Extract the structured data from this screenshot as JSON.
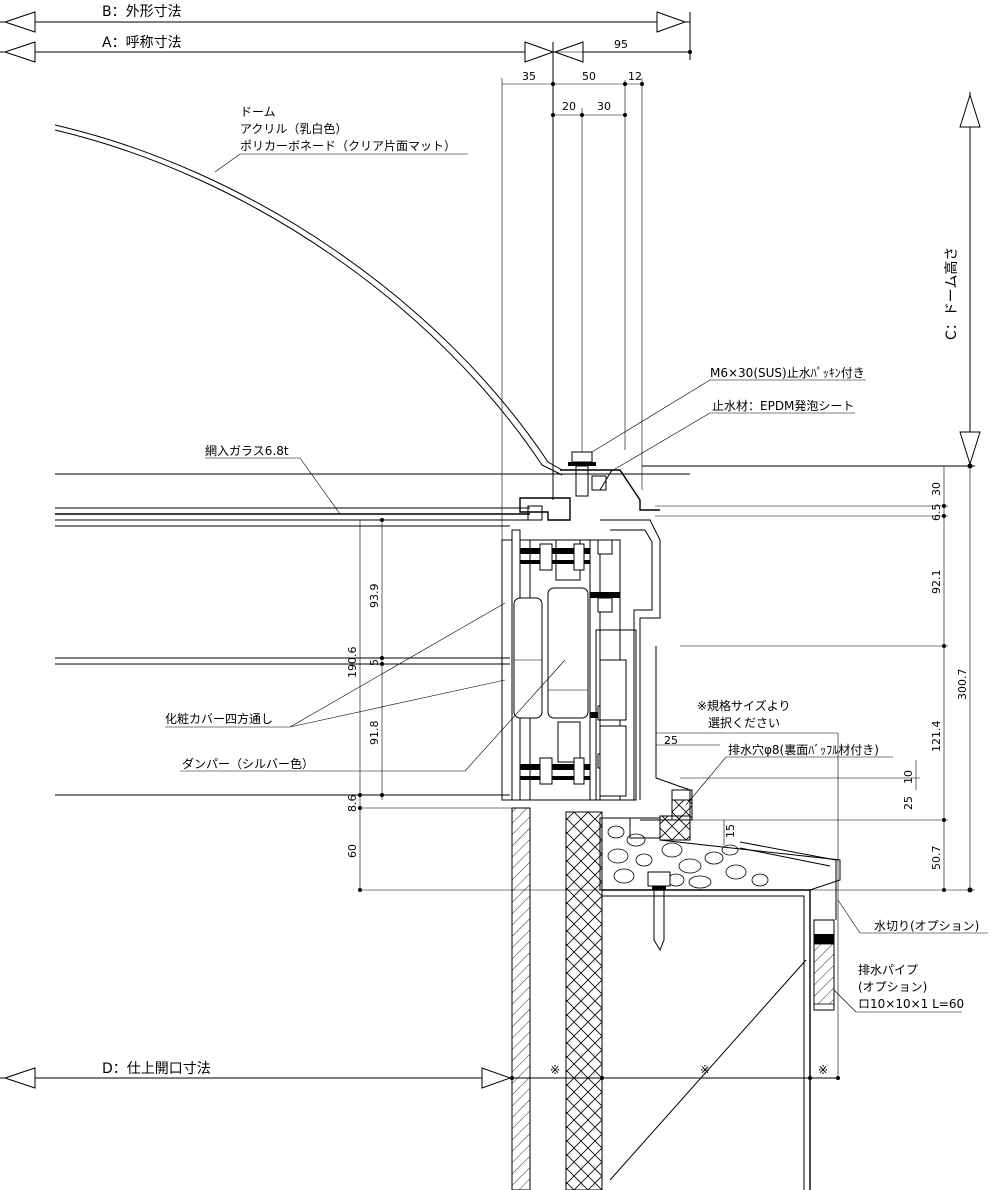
{
  "dimensions": {
    "B": "B：外形寸法",
    "A": "A：呼称寸法",
    "C": "C：ドーム高さ",
    "D": "D：仕上開口寸法"
  },
  "top_dims": {
    "d95": "95",
    "d35": "35",
    "d50": "50",
    "d12": "12",
    "d20": "20",
    "d30": "30"
  },
  "labels": {
    "dome_title": "ドーム",
    "dome_acrylic": "アクリル（乳白色）",
    "dome_pc": "ポリカーボネード（クリア片面マット）",
    "wire_glass": "網入ガラス6.8t",
    "bolt": "M6×30(SUS)止水ﾊﾟｯｷﾝ付き",
    "seal": "止水材：EPDM発泡シート",
    "cover": "化粧カバー四方通し",
    "damper": "ダンパー（シルバー色）",
    "size_note_1": "※規格サイズより",
    "size_note_2": "選択ください",
    "drain_hole": "排水穴φ8(裏面ﾊﾞｯﾌﾙ材付き)",
    "flashing": "水切り(オプション)",
    "drain_pipe_1": "排水パイプ",
    "drain_pipe_2": "(オプション)",
    "drain_pipe_3": "ロ10×10×1 L=60"
  },
  "left_dims": {
    "d93_9": "93.9",
    "d190_6": "190.6",
    "d5": "5",
    "d91_8": "91.8",
    "d8_6": "8.6",
    "d60": "60",
    "d25": "25",
    "d15": "15"
  },
  "right_dims": {
    "d30": "30",
    "d6_5": "6.5",
    "d92_1": "92.1",
    "d300_7": "300.7",
    "d121_4": "121.4",
    "d10": "10",
    "d25": "25",
    "d50_7": "50.7"
  },
  "marks": {
    "m1": "※",
    "m2": "※",
    "m3": "※"
  }
}
